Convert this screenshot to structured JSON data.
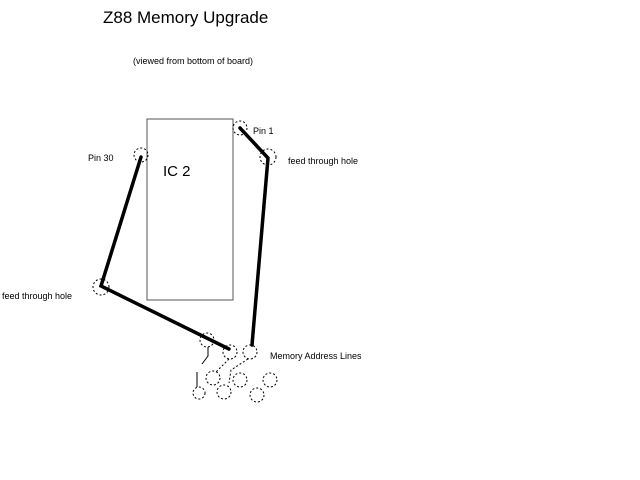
{
  "title": "Z88 Memory Upgrade",
  "subtitle": "(viewed from bottom of board)",
  "labels": {
    "ic": "IC 2",
    "pin1": "Pin 1",
    "pin30": "Pin 30",
    "feed_right": "feed through hole",
    "feed_left": "feed through hole",
    "address": "Memory Address Lines"
  }
}
